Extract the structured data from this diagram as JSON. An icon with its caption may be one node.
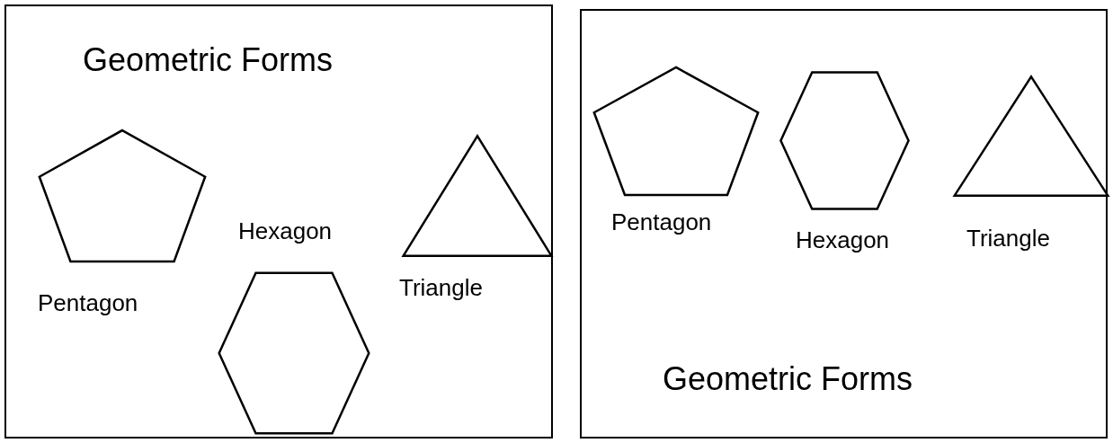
{
  "diagram": {
    "nodes": [
      {
        "text": [
          "Geometric Forms"
        ]
      },
      {
        "text": [],
        "shape": "pentagon",
        "in": 0,
        "beside": [
          "Pentagon"
        ]
      },
      {
        "text": [],
        "shape": "hexagon",
        "in": 0,
        "beside": [
          "Hexagon"
        ]
      },
      {
        "text": [],
        "shape": "triangle",
        "in": 0,
        "beside": [
          "Triangle"
        ]
      },
      {
        "text": [
          "Geometric Forms"
        ]
      },
      {
        "text": [],
        "shape": "pentagon",
        "in": 4,
        "beside": [
          "Pentagon"
        ]
      },
      {
        "text": [],
        "shape": "hexagon",
        "in": 4,
        "beside": [
          "Hexagon"
        ]
      },
      {
        "text": [],
        "shape": "triangle",
        "in": 4,
        "beside": [
          "Triangle"
        ]
      }
    ]
  }
}
